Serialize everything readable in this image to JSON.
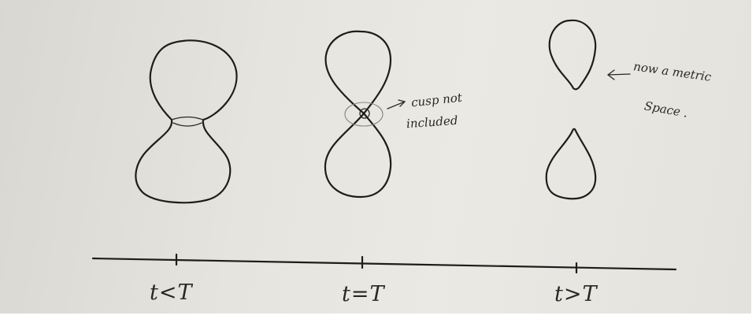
{
  "annotations": {
    "cusp_note_line1": "cusp not",
    "cusp_note_line2": "included",
    "metric_note_line1": "now a metric",
    "metric_note_line2": "Space ."
  },
  "timeline": {
    "labels": [
      "t<T",
      "t=T",
      "t>T"
    ]
  },
  "colors": {
    "ink": "#1f1d1b",
    "paper": "#e6e4df"
  }
}
